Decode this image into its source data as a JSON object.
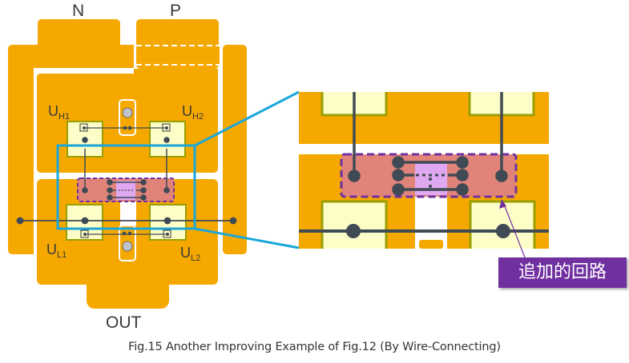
{
  "terminals": {
    "n": "N",
    "p": "P",
    "out": "OUT"
  },
  "chips": [
    {
      "id": "uh1",
      "main": "U",
      "sub": "H1"
    },
    {
      "id": "uh2",
      "main": "U",
      "sub": "H2"
    },
    {
      "id": "ul1",
      "main": "U",
      "sub": "L1"
    },
    {
      "id": "ul2",
      "main": "U",
      "sub": "L2"
    }
  ],
  "callout": {
    "label": "追加的回路"
  },
  "caption": "Fig.15 Another Improving Example of Fig.12 (By Wire-Connecting)",
  "colors": {
    "copper": "#f5a800",
    "chip_fill": "#fdfdc8",
    "chip_border": "#9a9f00",
    "added_circuit": "#e0847a",
    "added_circuit_inner": "#e0a8f0",
    "added_circuit_border": "#7030a0",
    "wire": "#3f4a55",
    "zoom_frame": "#1aa6d9",
    "callout_bg": "#7030a0"
  }
}
